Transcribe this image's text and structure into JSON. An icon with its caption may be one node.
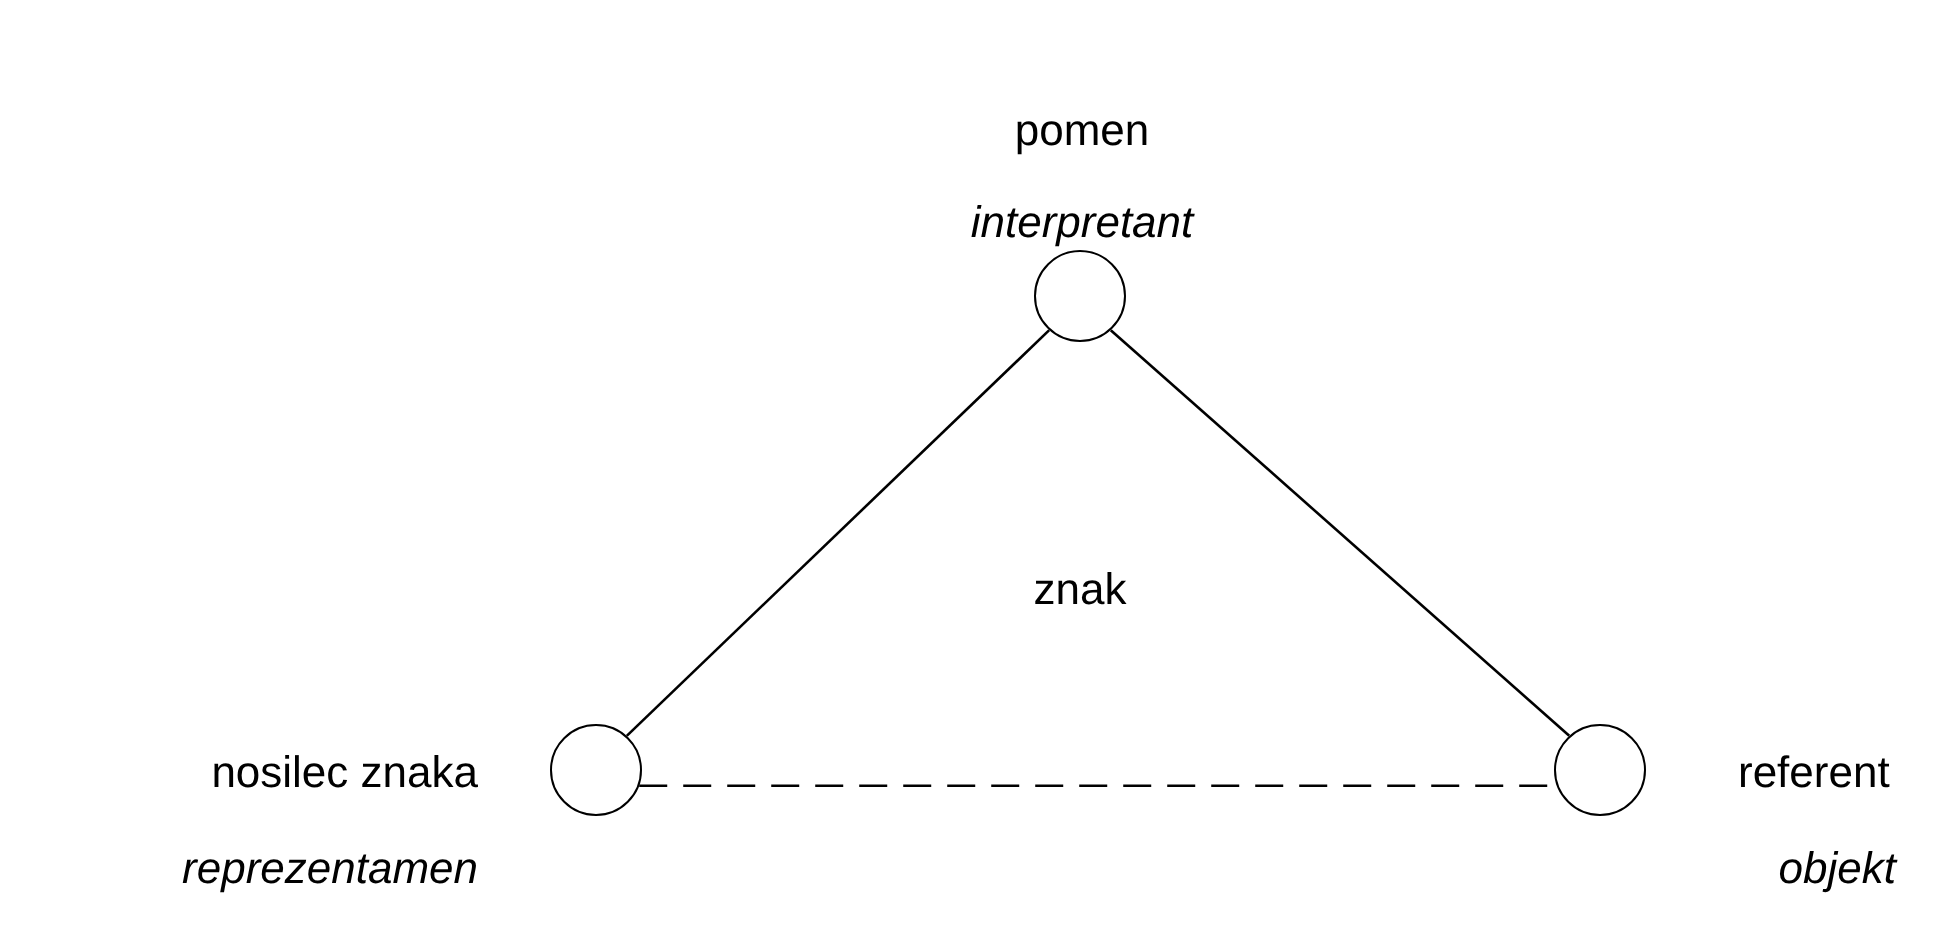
{
  "diagram": {
    "nodes": [
      {
        "text": [
          "pomen",
          "interpretant"
        ]
      },
      {
        "text": [
          "nosilec znaka",
          "reprezentamen"
        ]
      },
      {
        "text": [
          "referent",
          "objekt"
        ]
      }
    ],
    "edges": [
      {
        "from": 1,
        "to": 0,
        "arrow": "none"
      },
      {
        "from": 0,
        "to": 2,
        "arrow": "none"
      },
      {
        "from": 1,
        "to": 2,
        "arrow": "none",
        "style": "dashed"
      }
    ],
    "labels": [
      "znak"
    ]
  }
}
